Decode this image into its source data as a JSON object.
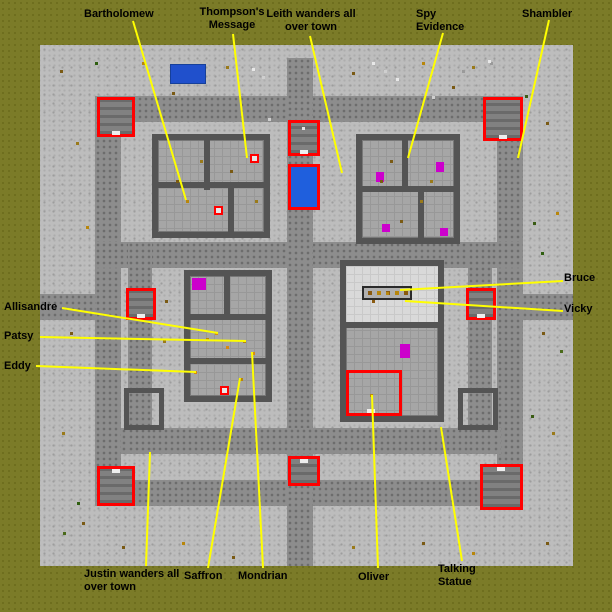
{
  "title": "Annotated town map",
  "colors": {
    "background": "#7b7b28",
    "ground": "#bdbdbd",
    "road": "#8d8d8d",
    "wall": "#545454",
    "water": "#1f5fdd",
    "magic": "#cc00cc",
    "marker_red": "#ff0000",
    "leader_line": "#ffff00",
    "label_text": "#000000"
  },
  "annotations": {
    "bartholomew": {
      "label": "Bartholomew"
    },
    "thompsons_message": {
      "label": "Thompson's Message"
    },
    "leith": {
      "label": "Leith wanders all over town"
    },
    "spy_evidence": {
      "label": "Spy Evidence"
    },
    "shambler": {
      "label": "Shambler"
    },
    "bruce": {
      "label": "Bruce"
    },
    "vicky": {
      "label": "Vicky"
    },
    "allisandre": {
      "label": "Allisandre"
    },
    "patsy": {
      "label": "Patsy"
    },
    "eddy": {
      "label": "Eddy"
    },
    "justin": {
      "label": "Justin wanders all over town"
    },
    "saffron": {
      "label": "Saffron"
    },
    "mondrian": {
      "label": "Mondrian"
    },
    "oliver": {
      "label": "Oliver"
    },
    "talking_statue": {
      "label": "Talking Statue"
    }
  }
}
